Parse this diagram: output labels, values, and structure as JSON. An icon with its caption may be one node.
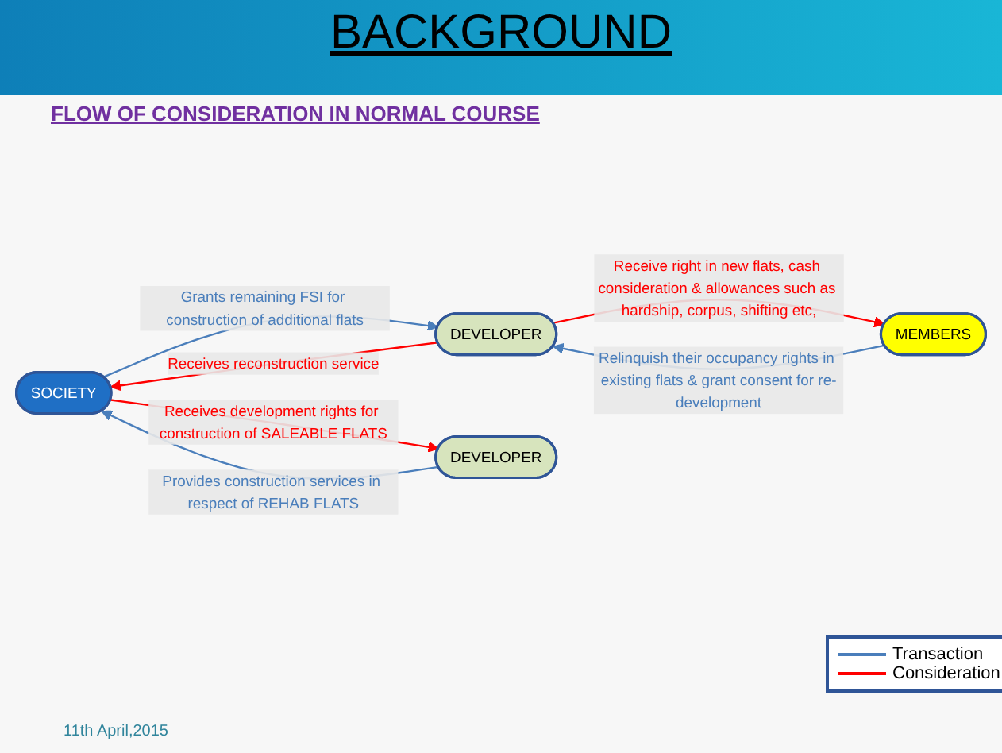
{
  "diagram": {
    "title": "BACKGROUND",
    "nodes": [
      {
        "text": [
          "SOCIETY"
        ]
      },
      {
        "text": [
          "DEVELOPER"
        ]
      },
      {
        "text": [
          "DEVELOPER"
        ]
      },
      {
        "text": [
          "MEMBERS"
        ]
      }
    ],
    "edges": [
      {
        "from": 0,
        "to": 1,
        "arrow": "to",
        "label": "Grants remaining FSI for construction of additional flats",
        "color": "#4a7ebb"
      },
      {
        "from": 1,
        "to": 0,
        "arrow": "to",
        "label": "Receives reconstruction service",
        "color": "#ff0000"
      },
      {
        "from": 2,
        "to": 0,
        "arrow": "to",
        "label": "Provides construction services in respect of REHAB FLATS",
        "color": "#4a7ebb"
      },
      {
        "from": 0,
        "to": 2,
        "arrow": "to",
        "label": "Receives development rights for construction of SALEABLE FLATS",
        "color": "#ff0000"
      },
      {
        "from": 3,
        "to": 1,
        "arrow": "to",
        "label": "Relinquish their occupancy rights in existing flats & grant consent for re-development",
        "color": "#4a7ebb"
      },
      {
        "from": 1,
        "to": 3,
        "arrow": "to",
        "label": "Receive right in new flats, cash consideration & allowances such as hardship, corpus, shifting etc,",
        "color": "#ff0000"
      }
    ],
    "labels": [
      "FLOW OF CONSIDERATION IN NORMAL COURSE",
      "11th April,2015"
    ],
    "legend": [
      {
        "text": "Transaction"
      },
      {
        "text": "Consideration"
      }
    ]
  }
}
